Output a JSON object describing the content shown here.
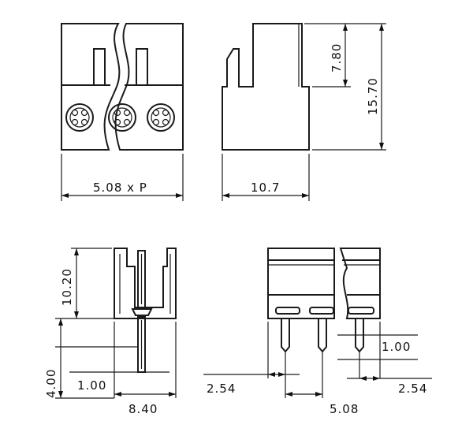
{
  "dimensions": {
    "pitch_width": "5.08 x P",
    "depth_width": "10.7",
    "upper_height": "7.80",
    "total_height": "15.70",
    "header_height": "10.20",
    "pin_height": "4.00",
    "pin_offset": "1.00",
    "header_width": "8.40",
    "left_offset": "2.54",
    "right_offset": "2.54",
    "pin_spacing": "5.08",
    "pin_gap": "1.00"
  },
  "views": [
    "front-view",
    "side-view",
    "header-side-view",
    "header-front-view"
  ]
}
